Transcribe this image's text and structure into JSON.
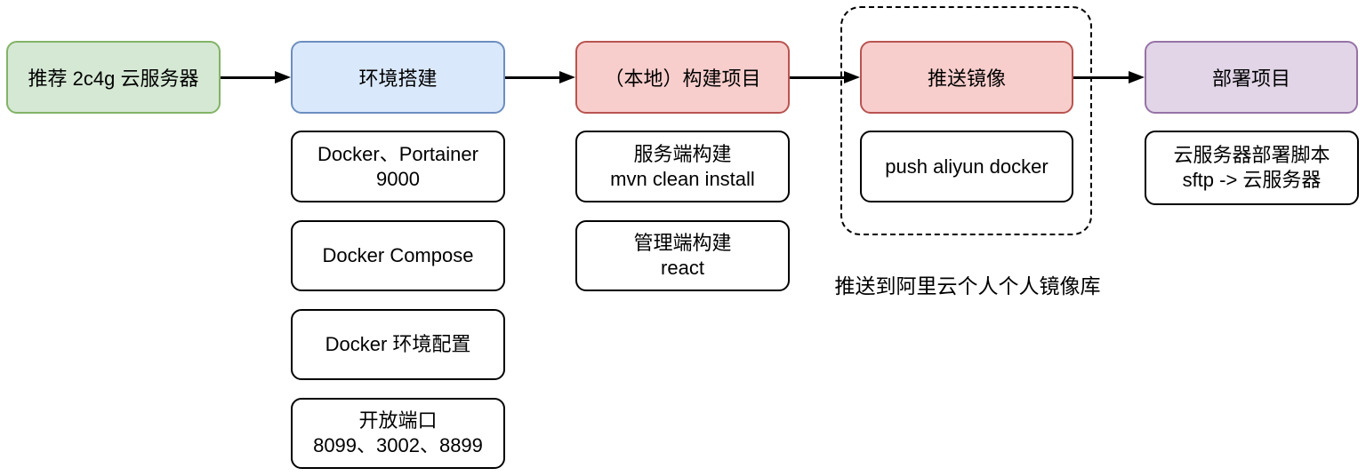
{
  "colors": {
    "stage_green_fill": "#d5e8d4",
    "stage_green_border": "#82b366",
    "stage_blue_fill": "#dae8fc",
    "stage_blue_border": "#6c8ebf",
    "stage_red_fill": "#f8cecc",
    "stage_red_border": "#b85450",
    "stage_purple_fill": "#e1d5e7",
    "stage_purple_border": "#9673a6",
    "task_fill": "#ffffff",
    "task_border": "#000000",
    "arrow": "#000000",
    "group_border": "#000000"
  },
  "flow": {
    "stages": [
      {
        "id": "recommend-server",
        "label": "推荐 2c4g 云服务器",
        "color": "green"
      },
      {
        "id": "env-setup",
        "label": "环境搭建",
        "color": "blue"
      },
      {
        "id": "build-project",
        "label": "（本地）构建项目",
        "color": "red"
      },
      {
        "id": "push-image",
        "label": "推送镜像",
        "color": "red"
      },
      {
        "id": "deploy-project",
        "label": "部署项目",
        "color": "purple"
      }
    ],
    "env_tasks": [
      {
        "line1": "Docker、Portainer",
        "line2": "9000"
      },
      {
        "line1": "Docker Compose",
        "line2": ""
      },
      {
        "line1": "Docker 环境配置",
        "line2": ""
      },
      {
        "line1": "开放端口",
        "line2": "8099、3002、8899"
      }
    ],
    "build_tasks": [
      {
        "line1": "服务端构建",
        "line2": "mvn clean install"
      },
      {
        "line1": "管理端构建",
        "line2": "react"
      }
    ],
    "push_tasks": [
      {
        "line1": "push aliyun docker",
        "line2": ""
      }
    ],
    "deploy_tasks": [
      {
        "line1": "云服务器部署脚本",
        "line2": "sftp -> 云服务器"
      }
    ],
    "push_caption": "推送到阿里云个人个人镜像库"
  }
}
